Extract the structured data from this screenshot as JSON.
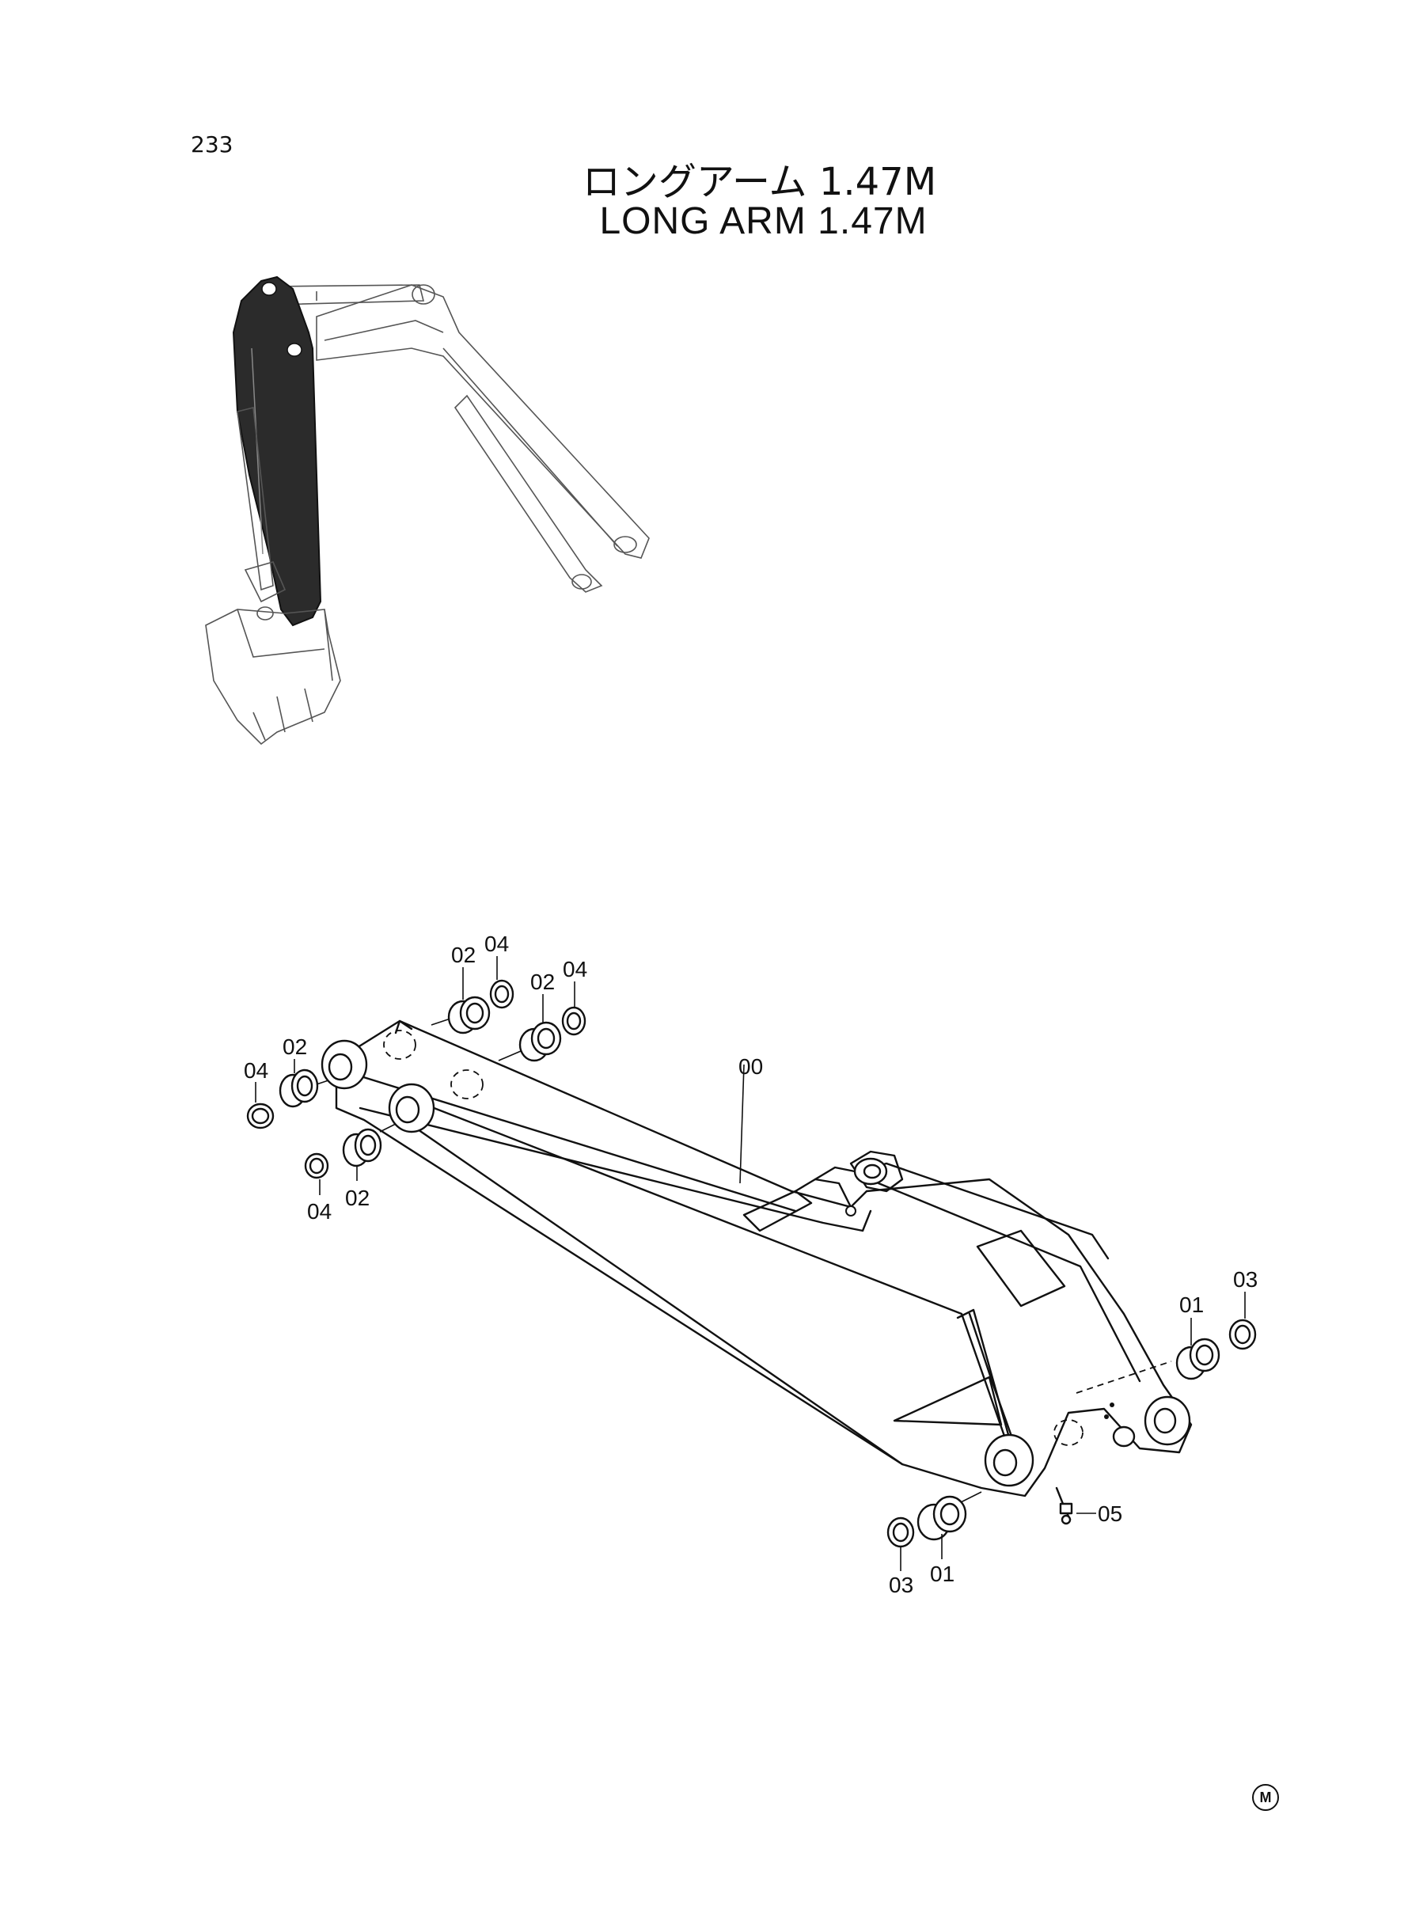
{
  "page_number": "233",
  "title_jp": "ロングアーム 1.47M",
  "title_en": "LONG ARM 1.47M",
  "marker": "M",
  "callouts": {
    "c00": "00",
    "c01_top": "01",
    "c01_bottom": "01",
    "c02_a": "02",
    "c02_b": "02",
    "c02_c": "02",
    "c02_d": "02",
    "c03_top": "03",
    "c03_bottom": "03",
    "c04_a": "04",
    "c04_b": "04",
    "c04_c": "04",
    "c04_d": "04",
    "c05": "05"
  }
}
